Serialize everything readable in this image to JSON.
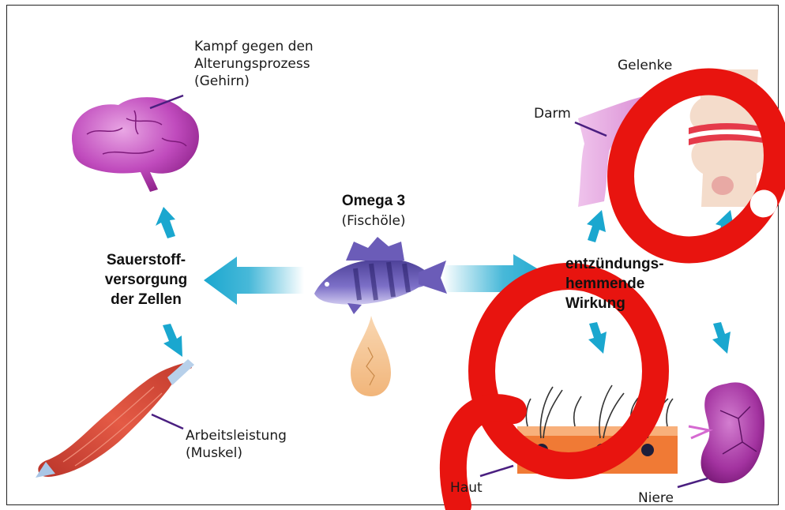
{
  "center": {
    "title": "Omega 3",
    "subtitle": "(Fischöle)"
  },
  "left_hub": {
    "line1": "Sauerstoff-",
    "line2": "versorgung",
    "line3": "der Zellen"
  },
  "right_hub": {
    "line1": "entzündungs-",
    "line2": "hemmende",
    "line3": "Wirkung"
  },
  "labels": {
    "brain": [
      "Kampf gegen den",
      "Alterungsprozess",
      "(Gehirn)"
    ],
    "muscle": [
      "Arbeitsleistung",
      "(Muskel)"
    ],
    "darm": "Darm",
    "gelenke": "Gelenke",
    "haut": "Haut",
    "niere": "Niere"
  },
  "colors": {
    "arrow": "#1aa7cf",
    "organ_purple": "#b23fae",
    "muscle_red": "#d8412c",
    "watermark": "#e8140f"
  }
}
